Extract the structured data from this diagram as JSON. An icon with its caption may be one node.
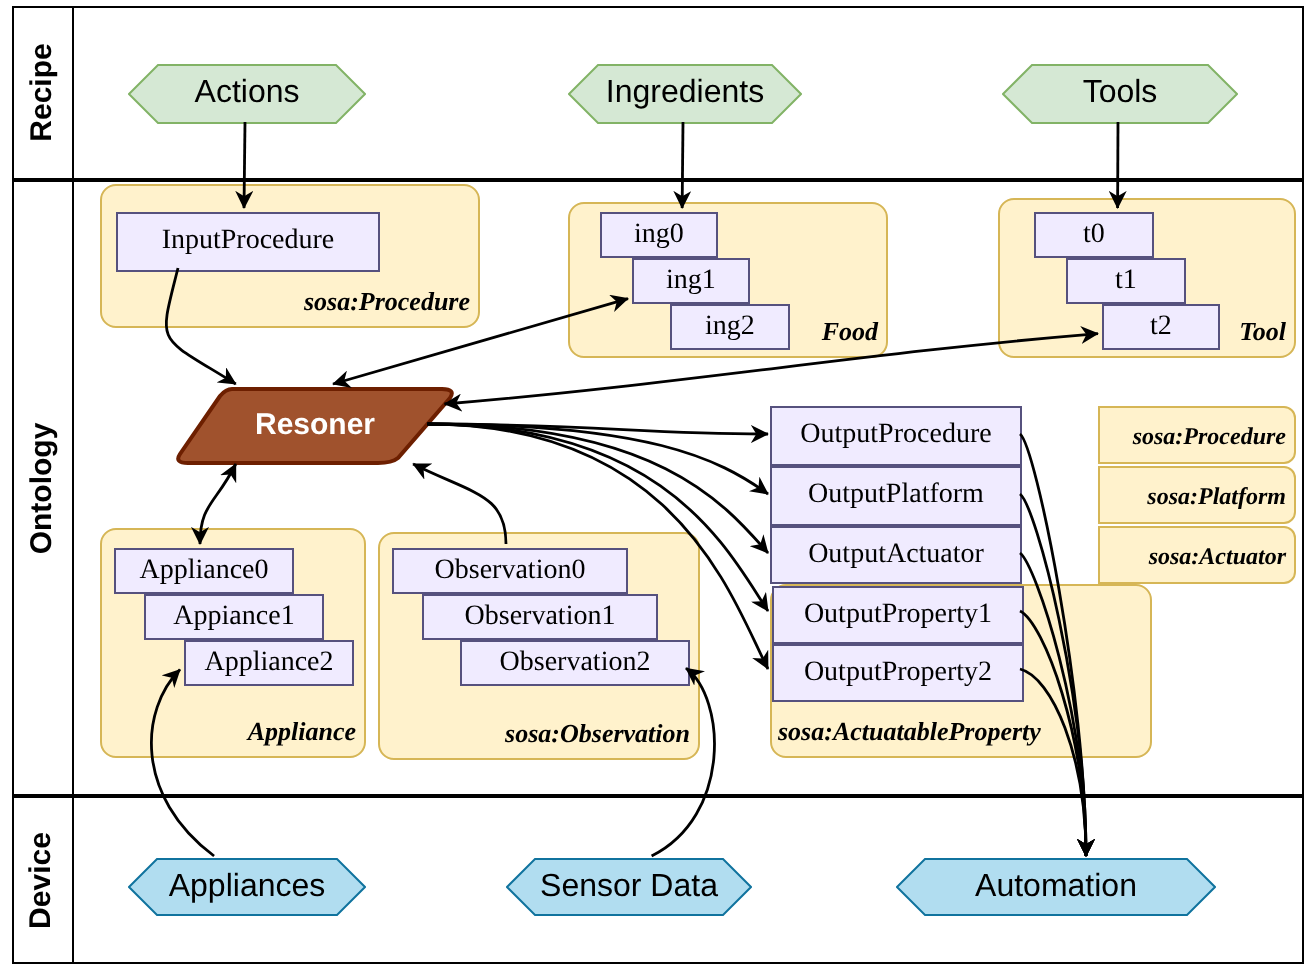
{
  "diagram": {
    "nodes": [
      {
        "text": [
          "Recipe"
        ]
      },
      {
        "text": [
          "Actions"
        ],
        "in": 0
      },
      {
        "text": [
          "Ingredients"
        ],
        "in": 0
      },
      {
        "text": [
          "Tools"
        ],
        "in": 0
      },
      {
        "text": [
          "Ontology"
        ]
      },
      {
        "text": [
          "sosa:Procedure"
        ],
        "in": 4
      },
      {
        "text": [
          "InputProcedure"
        ],
        "in": 5
      },
      {
        "text": [
          "Food"
        ],
        "in": 4
      },
      {
        "text": [
          "ing0"
        ],
        "in": 7
      },
      {
        "text": [
          "ing1"
        ],
        "in": 7
      },
      {
        "text": [
          "ing2"
        ],
        "in": 7
      },
      {
        "text": [
          "Tool"
        ],
        "in": 4
      },
      {
        "text": [
          "t0"
        ],
        "in": 11
      },
      {
        "text": [
          "t1"
        ],
        "in": 11
      },
      {
        "text": [
          "t2"
        ],
        "in": 11
      },
      {
        "text": [
          "Resoner"
        ],
        "in": 4
      },
      {
        "text": [
          "OutputProcedure"
        ],
        "in": 4
      },
      {
        "text": [
          "sosa:Procedure"
        ],
        "in": 4
      },
      {
        "text": [
          "OutputPlatform"
        ],
        "in": 4
      },
      {
        "text": [
          "sosa:Platform"
        ],
        "in": 4
      },
      {
        "text": [
          "OutputActuator"
        ],
        "in": 4
      },
      {
        "text": [
          "sosa:Actuator"
        ],
        "in": 4
      },
      {
        "text": [
          "Appliance"
        ],
        "in": 4
      },
      {
        "text": [
          "Appliance0"
        ],
        "in": 22
      },
      {
        "text": [
          "Appiance1"
        ],
        "in": 22
      },
      {
        "text": [
          "Appliance2"
        ],
        "in": 22
      },
      {
        "text": [
          "sosa:Observation"
        ],
        "in": 4
      },
      {
        "text": [
          "Observation0"
        ],
        "in": 26
      },
      {
        "text": [
          "Observation1"
        ],
        "in": 26
      },
      {
        "text": [
          "Observation2"
        ],
        "in": 26
      },
      {
        "text": [
          "sosa:ActuatableProperty"
        ],
        "in": 4
      },
      {
        "text": [
          "OutputProperty1"
        ],
        "in": 30
      },
      {
        "text": [
          "OutputProperty2"
        ],
        "in": 30
      },
      {
        "text": [
          "Device"
        ]
      },
      {
        "text": [
          "Appliances"
        ],
        "in": 33
      },
      {
        "text": [
          "Sensor Data"
        ],
        "in": 33
      },
      {
        "text": [
          "Automation"
        ],
        "in": 33
      }
    ],
    "edges": [
      {
        "from": 1,
        "to": 6,
        "arrow": "to"
      },
      {
        "from": 2,
        "to": 8,
        "arrow": "to"
      },
      {
        "from": 3,
        "to": 12,
        "arrow": "to"
      },
      {
        "from": 6,
        "to": 15,
        "arrow": "to"
      },
      {
        "from": 15,
        "to": 9,
        "arrow": "both"
      },
      {
        "from": 15,
        "to": 14,
        "arrow": "both"
      },
      {
        "from": 15,
        "to": 16,
        "arrow": "to"
      },
      {
        "from": 15,
        "to": 18,
        "arrow": "to"
      },
      {
        "from": 15,
        "to": 20,
        "arrow": "to"
      },
      {
        "from": 15,
        "to": 31,
        "arrow": "to"
      },
      {
        "from": 15,
        "to": 32,
        "arrow": "to"
      },
      {
        "from": 15,
        "to": 23,
        "arrow": "both"
      },
      {
        "from": 27,
        "to": 15,
        "arrow": "to"
      },
      {
        "from": 34,
        "to": 25,
        "arrow": "to"
      },
      {
        "from": 35,
        "to": 29,
        "arrow": "to"
      },
      {
        "from": 16,
        "to": 36,
        "arrow": "to"
      },
      {
        "from": 18,
        "to": 36,
        "arrow": "to"
      },
      {
        "from": 20,
        "to": 36,
        "arrow": "to"
      },
      {
        "from": 31,
        "to": 36,
        "arrow": "to"
      },
      {
        "from": 32,
        "to": 36,
        "arrow": "to"
      }
    ]
  }
}
